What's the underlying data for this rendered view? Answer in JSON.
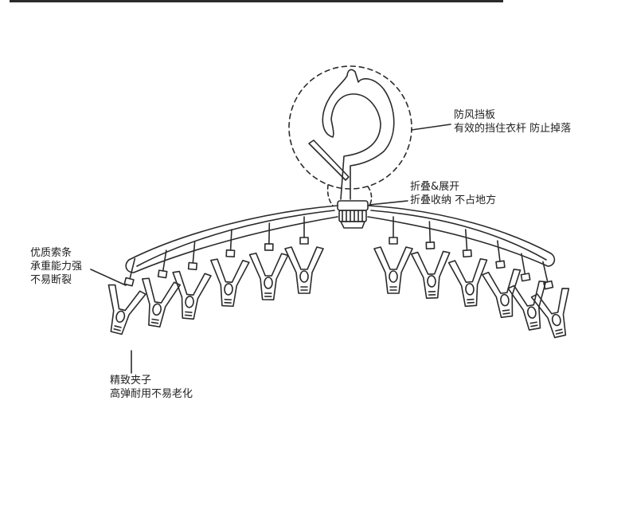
{
  "callouts": {
    "hook_guard": {
      "title": "防风挡板",
      "desc": "有效的挡住衣杆 防止掉落"
    },
    "fold": {
      "title": "折叠&展开",
      "desc": "折叠收纳 不占地方"
    },
    "cord": {
      "line1": "优质索条",
      "line2": "承重能力强",
      "line3": "不易断裂"
    },
    "clip": {
      "title": "精致夹子",
      "desc": "高弹耐用不易老化"
    }
  },
  "colors": {
    "line": "#2b2b2b",
    "background": "#ffffff"
  }
}
